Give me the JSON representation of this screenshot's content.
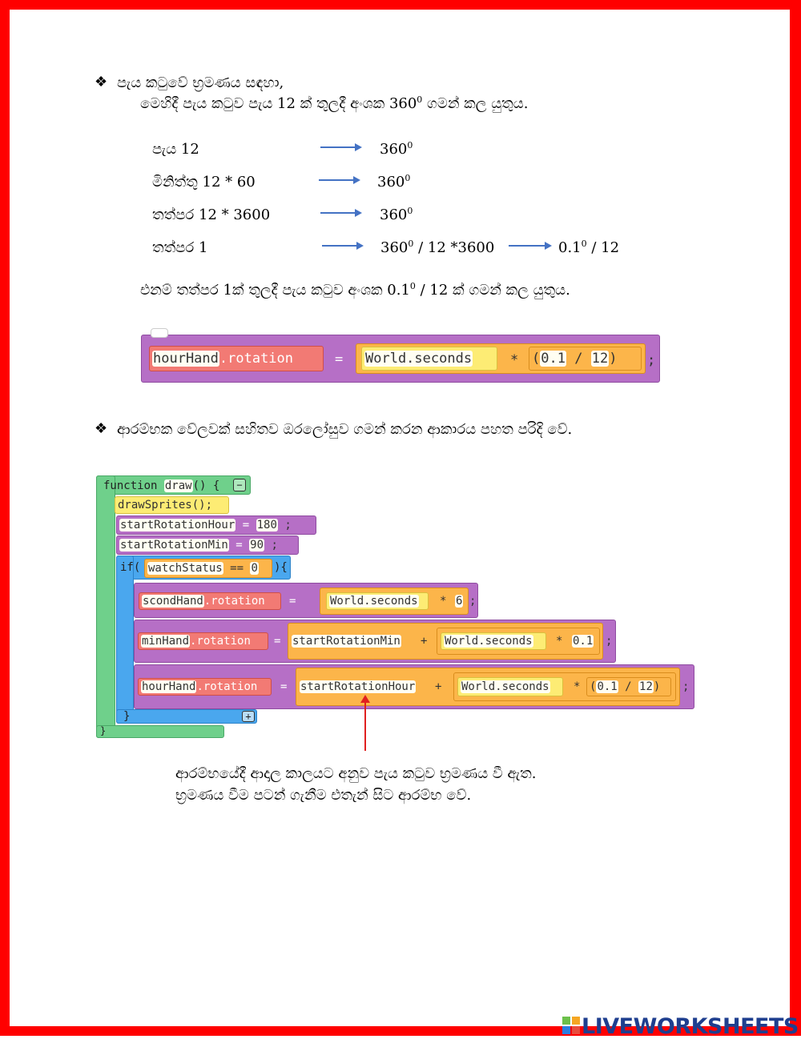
{
  "bullet_symbol": "❖",
  "section1": {
    "heading": "පැය කටුවේ භ්‍රමණය සඳහා,",
    "intro_pre": "මෙහිදී පැය කටුව පැය 12 ක් තුලදී අංශක 360",
    "intro_sup": "0",
    "intro_post": " ගමන් කල යුතුය.",
    "rows": [
      {
        "label": "පැය 12",
        "result": "360",
        "result_sup": "0"
      },
      {
        "label": "මිනිත්තු 12 * 60",
        "result": "360",
        "result_sup": "0"
      },
      {
        "label": "තත්පර 12 * 3600",
        "result": "360",
        "result_sup": "0"
      },
      {
        "label": "තත්පර 1",
        "result": "360",
        "result_sup": "0",
        "result_post": " / 12 *3600",
        "extra": "0.1",
        "extra_sup": "0",
        "extra_post": " / 12"
      }
    ],
    "conclusion_pre": "එනම් තත්පර 1ක් තුලදී පැය කටුව අංශක 0.1",
    "conclusion_sup": "0",
    "conclusion_post": " / 12 ක් ගමන් කල යුතුය."
  },
  "code1": {
    "object": "hourHand",
    "property": ".rotation",
    "assign": "=",
    "world": "World.seconds",
    "times": "*",
    "open_paren": "(",
    "num1": "0.1",
    "divide": "/",
    "num2": "12",
    "close_paren": ")",
    "semicolon": ";"
  },
  "section2": {
    "heading": "ආරම්භක වේලවක් සහිතව ඔරලෝසුව ගමන් කරන ආකාරය පහත පරිදි වේ."
  },
  "code2": {
    "function_kw": "function",
    "function_name": "draw",
    "function_tail": "() {",
    "collapse": "−",
    "draw_sprites": "drawSprites();",
    "start_hour_var": "startRotationHour",
    "start_hour_val": "180",
    "start_min_var": "startRotationMin",
    "start_min_val": "90",
    "eq": "=",
    "semi": ";",
    "if_kw": "if",
    "open_p": "(",
    "close_p": "){",
    "watch_var": "watchStatus",
    "eqeq": "==",
    "watch_val": "0",
    "scond_obj": "scondHand",
    "rotation": ".rotation",
    "world": "World.seconds",
    "times": "*",
    "plus": "+",
    "six": "6",
    "min_obj": "minHand",
    "point_one": "0.1",
    "hour_obj": "hourHand",
    "twelve": "12",
    "slash": "/",
    "close_if": "}",
    "plus_btn": "+",
    "close_fn": "}"
  },
  "annotation": {
    "line1": "ආරම්භයේදී ආදාල කාලයට අනුව පැය කටුව භ්‍රමණය වී ඇත.",
    "line2": "භ්‍රමණය වීම පටන් ගැනීම එතැන් සිට ආරම්භ වේ."
  },
  "logo_text": "LIVEWORKSHEETS",
  "colors": {
    "border": "#ff0000",
    "arrow": "#4472c4",
    "pointer": "#e02020",
    "purple": "#b66fc6",
    "green": "#6fd08b",
    "blue": "#4aa7ee",
    "yellow": "#fdec74",
    "red": "#f27a74",
    "orange": "#fcb54a",
    "logo": "#1f3f8f"
  }
}
